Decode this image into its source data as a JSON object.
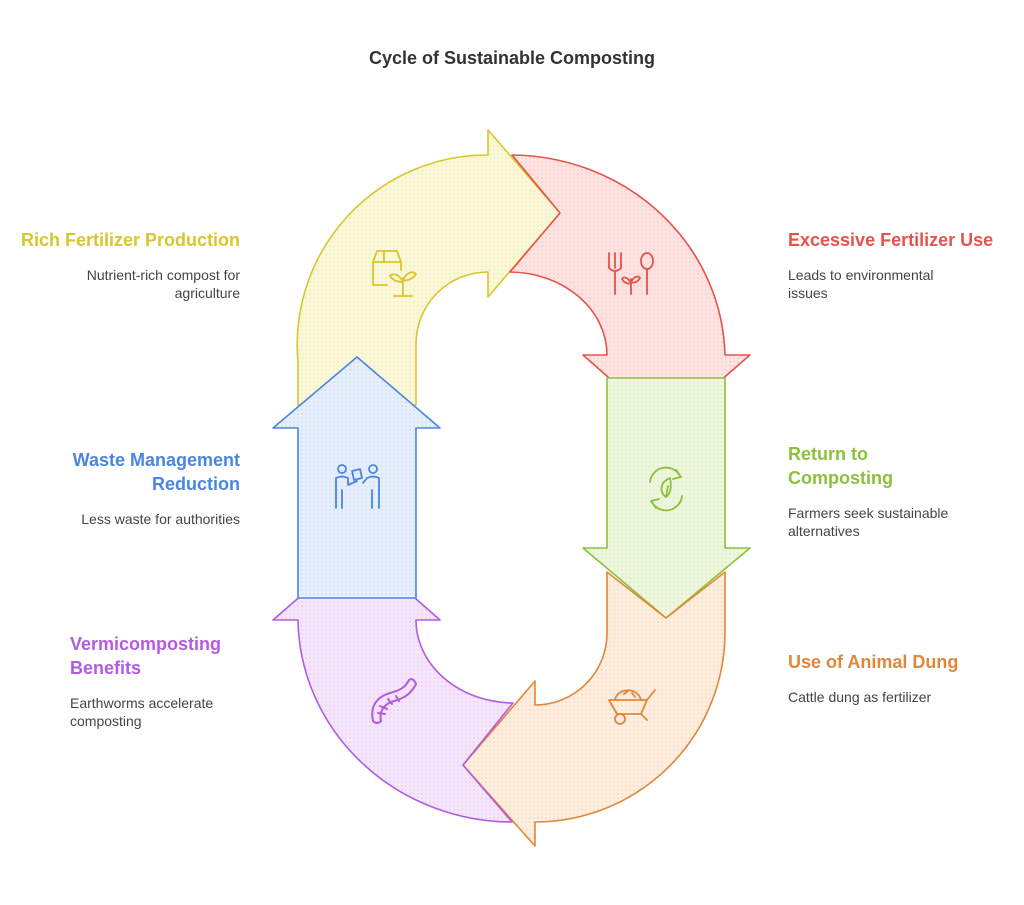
{
  "title": "Cycle of Sustainable Composting",
  "colors": {
    "yellow": "#D8C62C",
    "red": "#E5534B",
    "green": "#8DC03D",
    "orange": "#E2873A",
    "purple": "#B35BE0",
    "blue": "#4A86E0"
  },
  "steps": [
    {
      "heading": "Rich Fertilizer Production",
      "description": "Nutrient-rich compost for agriculture",
      "icon": "box-plant-icon"
    },
    {
      "heading": "Excessive Fertilizer Use",
      "description": "Leads to environmental issues",
      "icon": "fork-spoon-sprout-icon"
    },
    {
      "heading": "Return to Composting",
      "description": "Farmers seek sustainable alternatives",
      "icon": "recycle-leaf-icon"
    },
    {
      "heading": "Use of Animal Dung",
      "description": "Cattle dung as fertilizer",
      "icon": "wheelbarrow-icon"
    },
    {
      "heading": "Vermicomposting Benefits",
      "description": "Earthworms accelerate composting",
      "icon": "worm-icon"
    },
    {
      "heading": "Waste Management Reduction",
      "description": "Less waste for authorities",
      "icon": "people-handover-icon"
    }
  ]
}
